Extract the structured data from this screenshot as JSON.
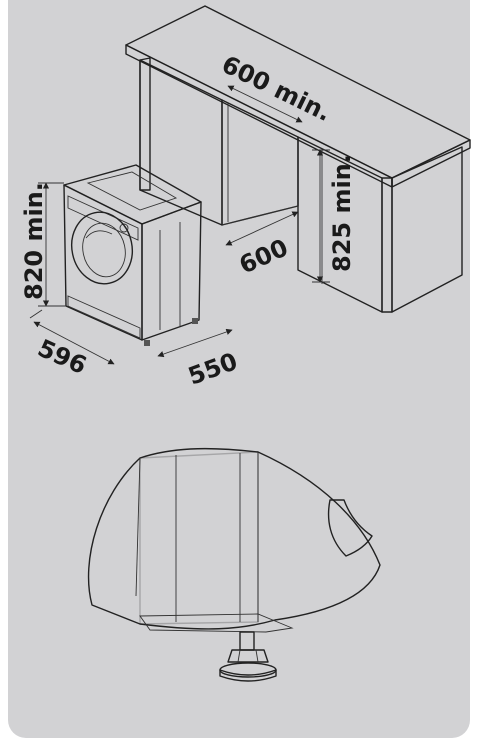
{
  "dimensions": {
    "worktop_gap": "600 min.",
    "cabinet_depth": "600",
    "worktop_height": "825 min.",
    "machine_height": "820 min.",
    "machine_width": "596",
    "machine_depth": "550"
  },
  "colors": {
    "panel": "#d2d2d4",
    "line": "#222222",
    "fill_light": "#ededee",
    "fill_mid": "#c9c9cb"
  }
}
